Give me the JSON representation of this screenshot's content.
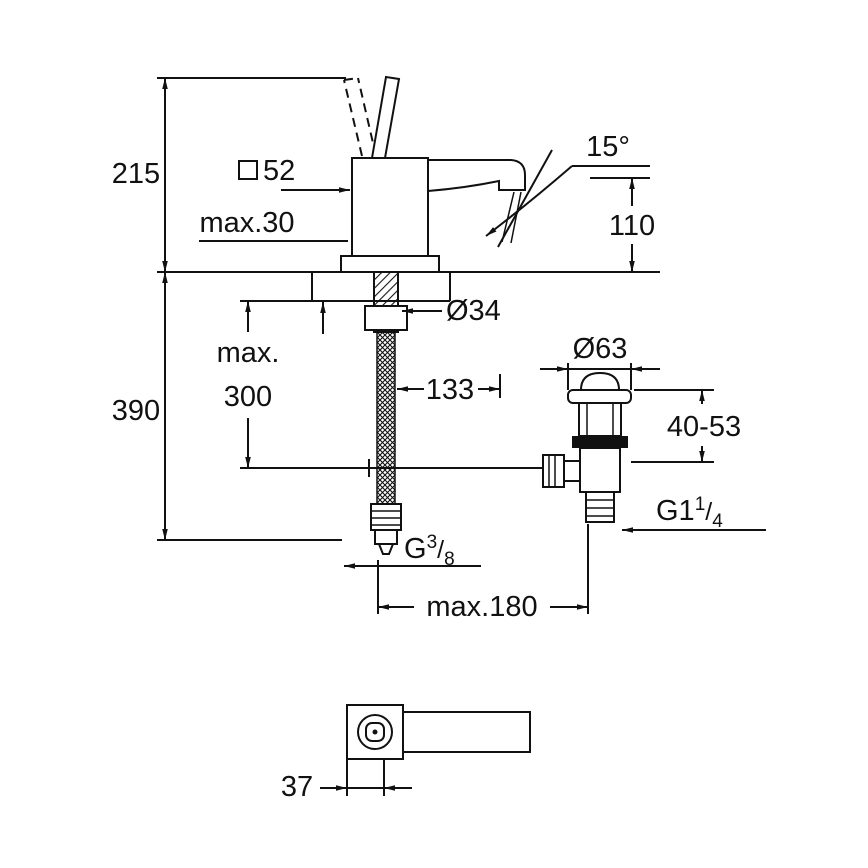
{
  "page": {
    "background": "#ffffff",
    "line_color": "#111111"
  },
  "labels": {
    "overall_height": "215",
    "handle_square": "52",
    "deck_thickness_max": "max.30",
    "spout_angle": "15°",
    "spout_height": "110",
    "overall_depth": "390",
    "hose_length_max_line1": "max.",
    "hose_length_max_line2": "300",
    "shank_diameter": "Ø34",
    "spout_reach": "133",
    "waste_flange_diameter": "Ø63",
    "waste_mounting_range": "40-53",
    "waste_thread_prefix": "G1",
    "waste_thread_numerator": "1",
    "waste_thread_slash": "/",
    "waste_thread_denominator": "4",
    "supply_thread_prefix": "G",
    "supply_thread_numerator": "3",
    "supply_thread_slash": "/",
    "supply_thread_denominator": "8",
    "install_reach_max": "max.180",
    "base_offset": "37"
  }
}
